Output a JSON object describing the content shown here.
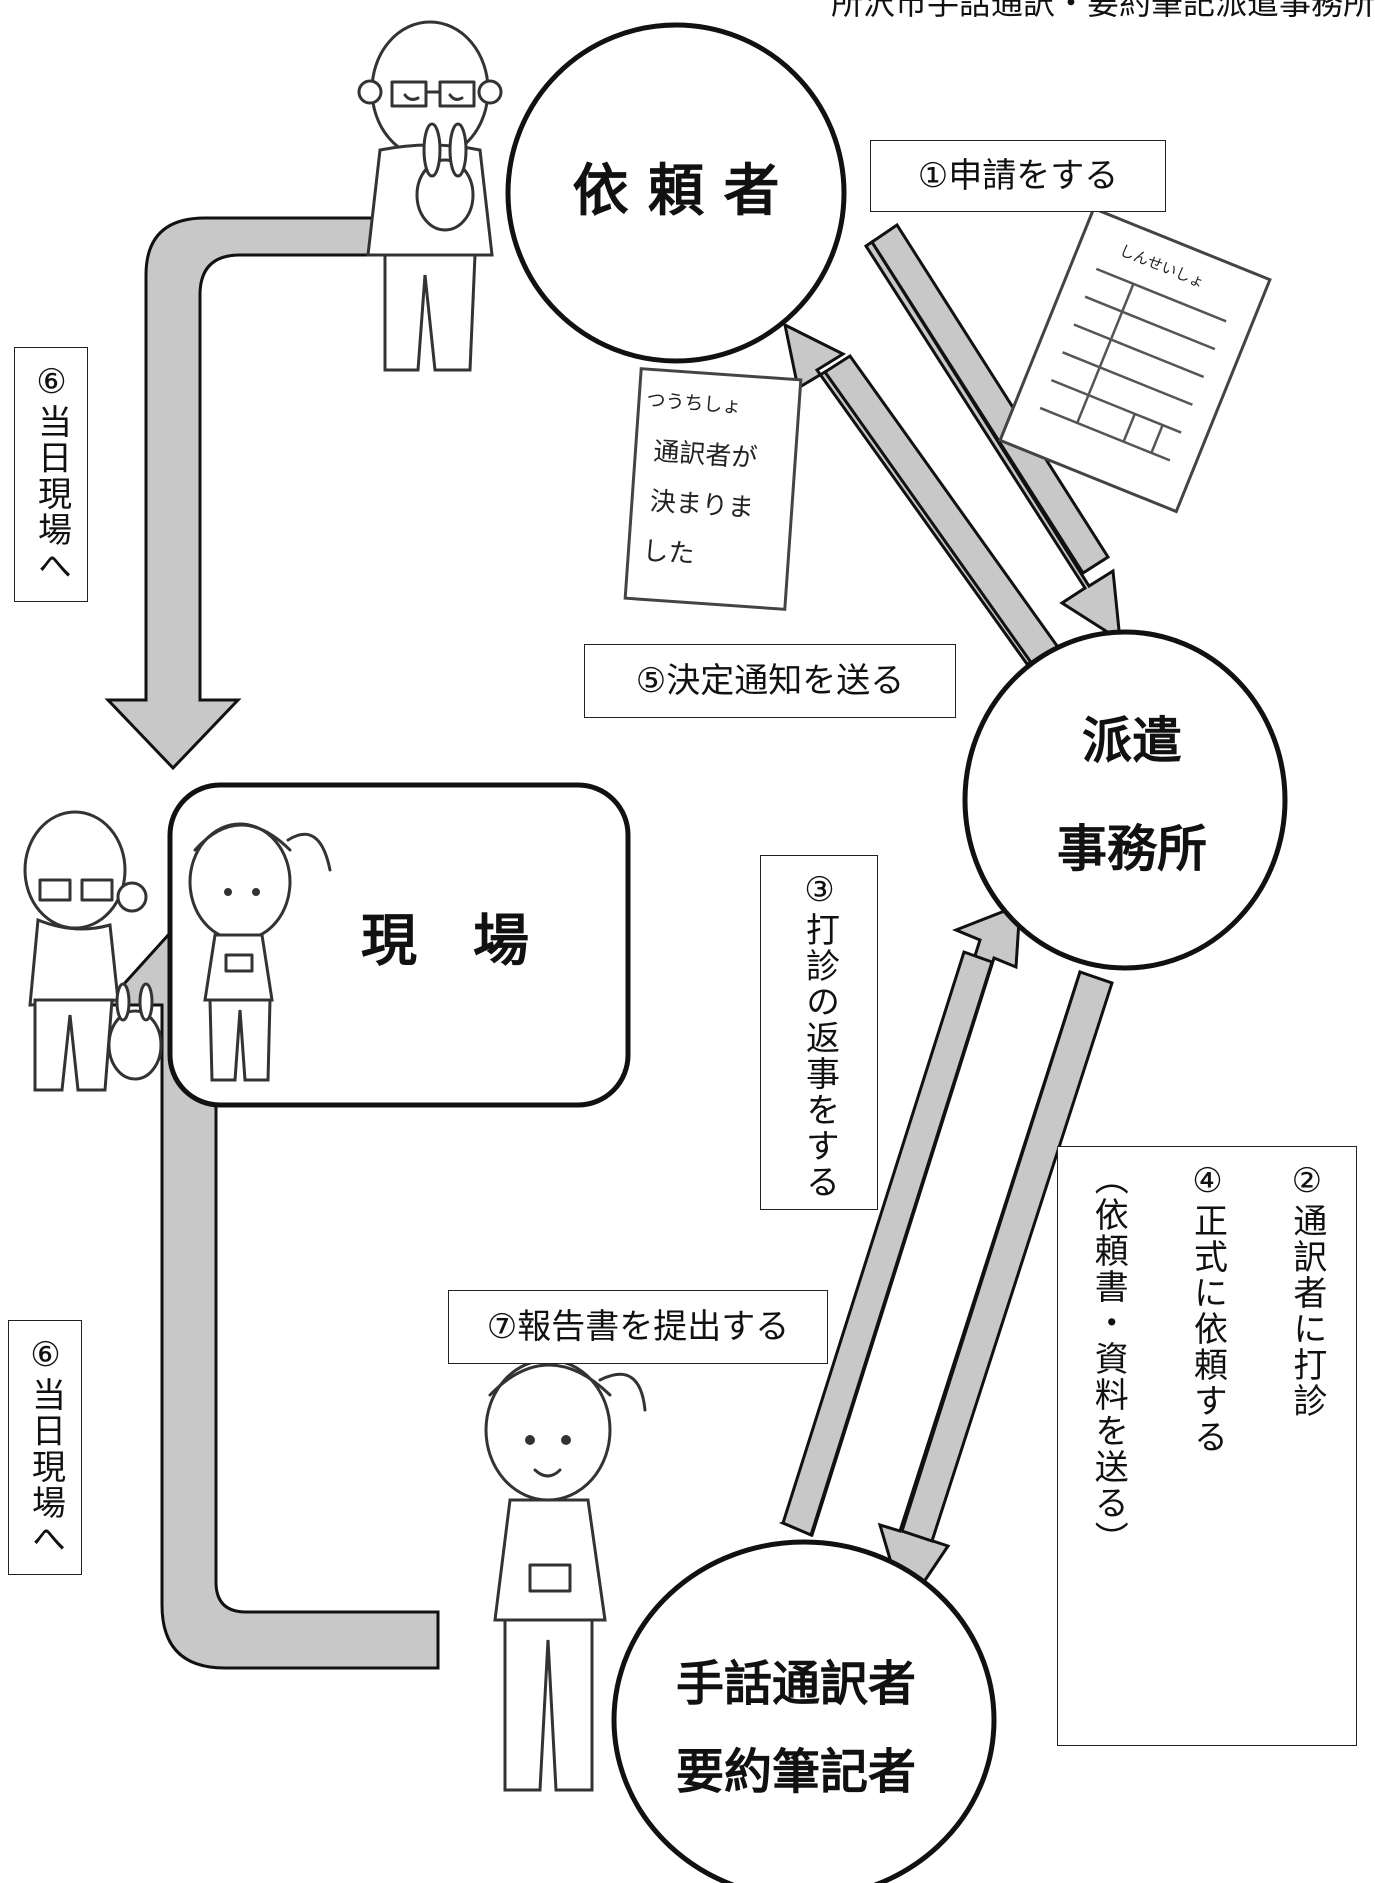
{
  "header": {
    "text": "所沢市手話通訳・要約筆記派遣事務所"
  },
  "nodes": {
    "requester": "依 頼 者",
    "office_line1": "派遣",
    "office_line2": "事務所",
    "site": "現　場",
    "interpreter_line1": "手話通訳者",
    "interpreter_line2": "要約筆記者"
  },
  "steps": {
    "s1": "①申請をする",
    "s2": "②通訳者に打診",
    "s3": "③打診の返事をする",
    "s4": "④正式に依頼する",
    "s4_sub": "（依頼書・資料を送る）",
    "s5": "⑤決定通知を送る",
    "s6_top": "⑥当日現場へ",
    "s6_bottom": "⑥当日現場へ",
    "s7": "⑦報告書を提出する"
  },
  "notice_paper": {
    "line1": "つうちしょ",
    "line2": "通訳者が",
    "line3": "決まりま",
    "line4": "した"
  },
  "application_paper": {
    "title": "しんせいしょ"
  }
}
